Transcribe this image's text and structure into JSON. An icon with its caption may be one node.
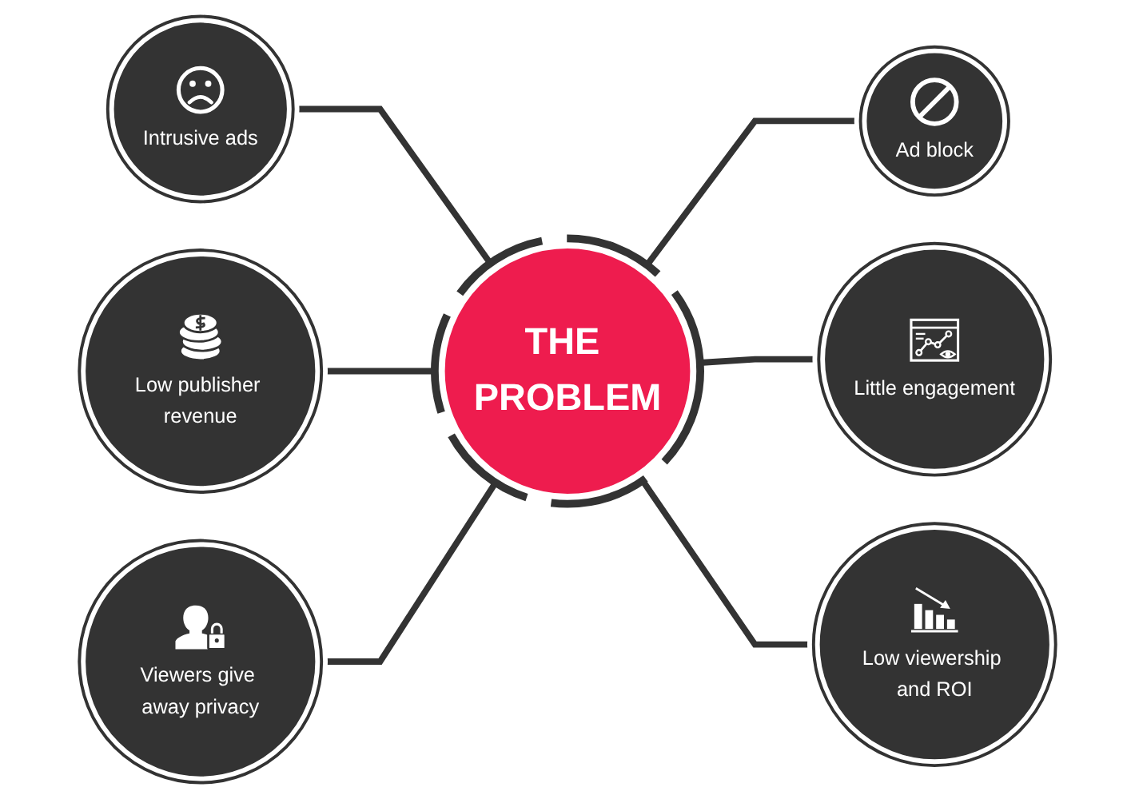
{
  "diagram": {
    "nodes": [
      {
        "text": [
          "Intrusive ads"
        ]
      },
      {
        "text": [
          "Ad block"
        ]
      },
      {
        "text": [
          "Low publisher revenue"
        ]
      },
      {
        "text": [
          "THE PROBLEM"
        ]
      },
      {
        "text": [
          "Little engagement"
        ]
      },
      {
        "text": [
          "Viewers give away privacy"
        ]
      },
      {
        "text": [
          "Low viewership and ROI"
        ]
      }
    ],
    "edges": [
      {
        "from": 0,
        "to": 3,
        "arrow": "none"
      },
      {
        "from": 3,
        "to": 1,
        "arrow": "none"
      },
      {
        "from": 2,
        "to": 3,
        "arrow": "none"
      },
      {
        "from": 3,
        "to": 4,
        "arrow": "none"
      },
      {
        "from": 5,
        "to": 3,
        "arrow": "none"
      },
      {
        "from": 3,
        "to": 6,
        "arrow": "none"
      }
    ]
  }
}
